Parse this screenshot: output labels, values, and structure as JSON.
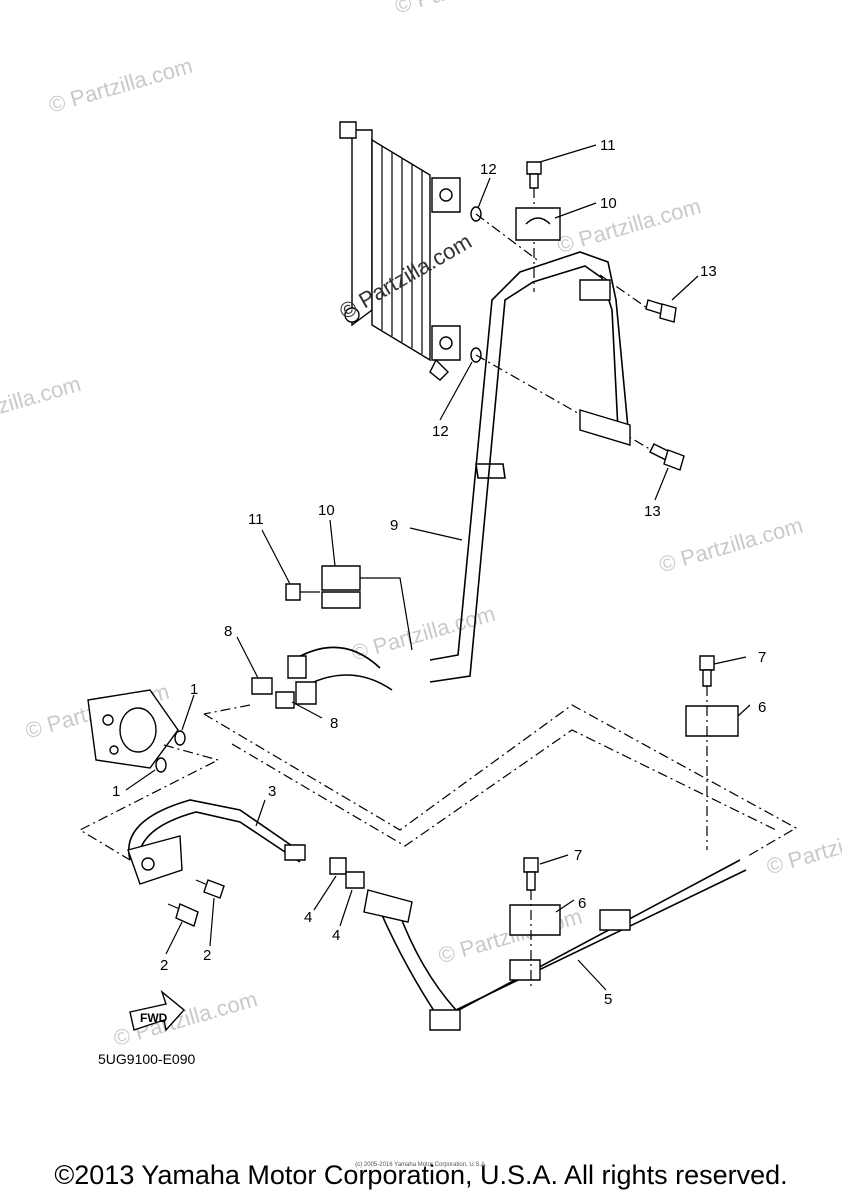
{
  "watermarks": [
    {
      "text": "© Partzilla.com"
    },
    {
      "text": "© Partzilla.com"
    },
    {
      "text": "© Partzilla.com"
    },
    {
      "text": "© Partzilla.com"
    },
    {
      "text": "© Partzilla.com"
    },
    {
      "text": "© Partzilla.com"
    },
    {
      "text": "© Partzilla.com"
    },
    {
      "text": "© Partzilla.com"
    },
    {
      "text": "© Partzilla.com"
    },
    {
      "text": "© Partzilla.com"
    }
  ],
  "center_watermark": "© Partzilla.com",
  "callouts": {
    "c11a": "11",
    "c10a": "10",
    "c12a": "12",
    "c13a": "13",
    "c12b": "12",
    "c13b": "13",
    "c9": "9",
    "c11b": "11",
    "c10b": "10",
    "c8a": "8",
    "c8b": "8",
    "c1a": "1",
    "c1b": "1",
    "c7a": "7",
    "c6a": "6",
    "c3": "3",
    "c7b": "7",
    "c6b": "6",
    "c4a": "4",
    "c4b": "4",
    "c2a": "2",
    "c2b": "2",
    "c5": "5"
  },
  "fwd_label": "FWD",
  "diagram_code": "5UG9100-E090",
  "tiny_copyright": "(c) 2005-2016 Yamaha Motor Corporation, U.S.A.",
  "copyright": "©2013 Yamaha Motor Corporation, U.S.A. All rights reserved."
}
